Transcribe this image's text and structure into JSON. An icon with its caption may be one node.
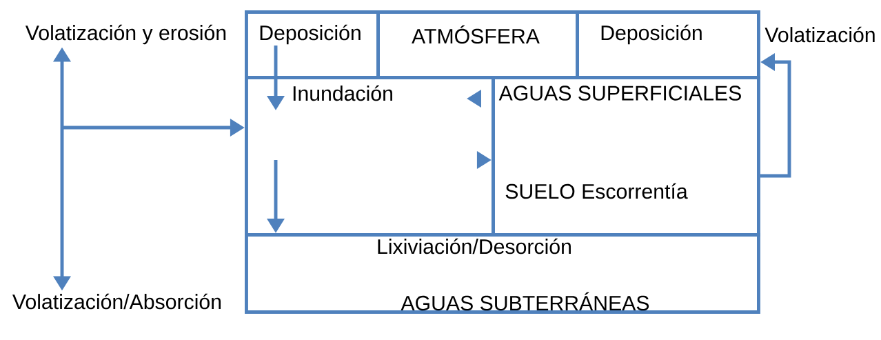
{
  "diagram": {
    "nodes": [
      {
        "text": [
          "Deposición"
        ]
      },
      {
        "text": [
          "ATMÓSFERA"
        ]
      },
      {
        "text": [
          "Deposición"
        ]
      },
      {
        "text": [
          "Inundación"
        ]
      },
      {
        "text": [
          "AGUAS SUPERFICIALES",
          "SUELO Escorrentía"
        ]
      },
      {
        "text": [
          "Lixiviación/Desorción",
          "AGUAS SUBTERRÁNEAS"
        ]
      },
      {
        "text": [
          "Volatización y erosión"
        ]
      },
      {
        "text": [
          "Volatización/Absorción"
        ]
      }
    ],
    "edges": [
      {
        "from": null,
        "to": 6,
        "arrow": "to"
      },
      {
        "from": null,
        "to": 3,
        "arrow": "to"
      },
      {
        "from": null,
        "to": 7,
        "arrow": "to"
      },
      {
        "from": 0,
        "to": 3,
        "arrow": "to"
      },
      {
        "from": 4,
        "to": 3,
        "arrow": "to"
      },
      {
        "from": 3,
        "to": 4,
        "arrow": "to"
      },
      {
        "from": 3,
        "to": 5,
        "arrow": "to"
      },
      {
        "from": 4,
        "to": 2,
        "arrow": "to"
      }
    ],
    "labels": [
      "Volatización"
    ]
  }
}
